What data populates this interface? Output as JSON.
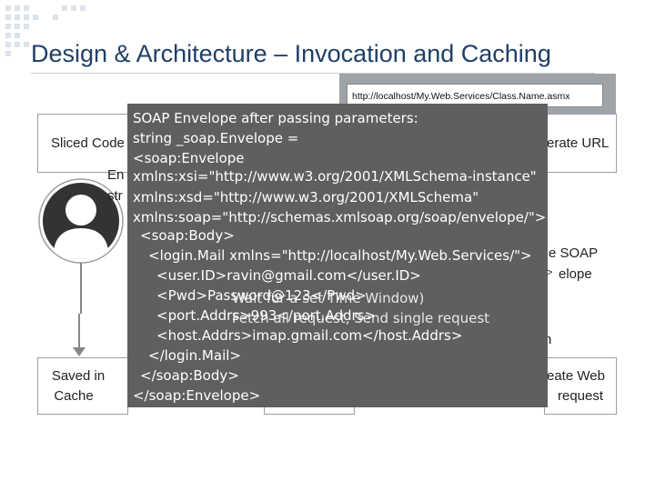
{
  "slide": {
    "title": "Design & Architecture – Invocation and Caching",
    "url": "http://localhost/My.Web.Services/Class.Name.asmx"
  },
  "boxes": {
    "sliced_code": "Sliced Code",
    "generate_url": "erate URL",
    "saved_in_cache_line1": "Saved in",
    "saved_in_cache_line2": "Cache",
    "create_web_request_line1": "eate Web",
    "create_web_request_line2": "request"
  },
  "fragments": {
    "left_en": "En",
    "left_str": "str",
    "right_soap": "e SOAP",
    "right_envelope": "elope",
    "right_n": "n",
    "right_arrow": ">"
  },
  "overlay": {
    "lines": [
      "SOAP Envelope after passing parameters:",
      "string _soap.Envelope =",
      "<soap:Envelope",
      "xmlns:xsi=\"http://www.w3.org/2001/XMLSchema-instance\"",
      "xmlns:xsd=\"http://www.w3.org/2001/XMLSchema\"",
      "xmlns:soap=\"http://schemas.xmlsoap.org/soap/envelope/\">",
      "<soap:Body>",
      "<login.Mail xmlns=\"http://localhost/My.Web.Services/\">",
      "<user.ID>ravin@gmail.com</user.ID>",
      "<Pwd>Password@123</Pwd>",
      "<port.Addrs>993</port.Addrs>",
      "<host.Addrs>imap.gmail.com</host.Addrs>",
      "</login.Mail>",
      "</soap:Body>",
      "</soap:Envelope>"
    ],
    "bg_wait": "Wait for a set Time Window)",
    "bg_fetch": "Fetch all request, Send single request"
  }
}
